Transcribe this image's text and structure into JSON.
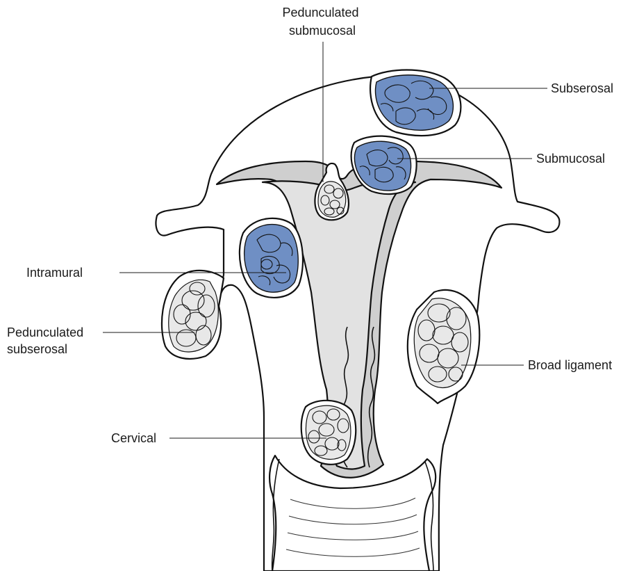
{
  "labels": {
    "pedunculated_submucosal": [
      "Pedunculated",
      "submucosal"
    ],
    "subserosal": "Subserosal",
    "submucosal": "Submucosal",
    "intramural": "Intramural",
    "pedunculated_subserosal": [
      "Pedunculated",
      "subserosal"
    ],
    "broad_ligament": "Broad ligament",
    "cervical": "Cervical"
  },
  "colors": {
    "highlighted_fibroid": "#6f8fc4",
    "plain_fibroid": "#e8e8e8",
    "endometrium": "#cfcfcf",
    "cavity": "#e2e2e2",
    "outline": "#111111"
  }
}
